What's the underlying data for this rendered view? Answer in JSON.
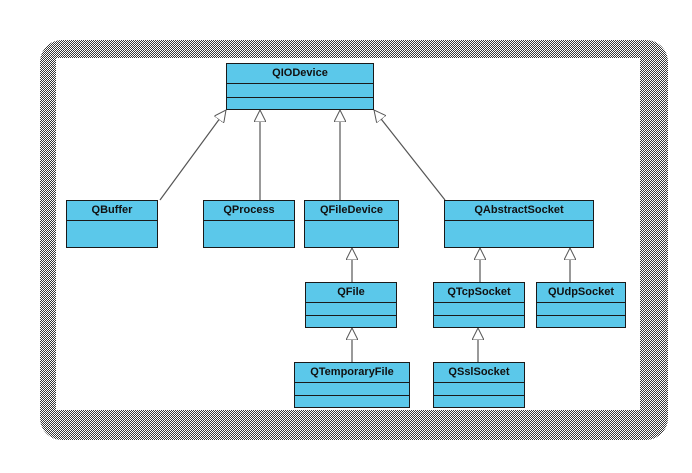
{
  "diagram": {
    "classes": {
      "qiodevice": "QIODevice",
      "qbuffer": "QBuffer",
      "qprocess": "QProcess",
      "qfiledevice": "QFileDevice",
      "qabstractsocket": "QAbstractSocket",
      "qfile": "QFile",
      "qtcpsocket": "QTcpSocket",
      "qudpsocket": "QUdpSocket",
      "qtemporaryfile": "QTemporaryFile",
      "qsslsocket": "QSslSocket"
    },
    "inheritance": [
      {
        "child": "QBuffer",
        "parent": "QIODevice"
      },
      {
        "child": "QProcess",
        "parent": "QIODevice"
      },
      {
        "child": "QFileDevice",
        "parent": "QIODevice"
      },
      {
        "child": "QAbstractSocket",
        "parent": "QIODevice"
      },
      {
        "child": "QFile",
        "parent": "QFileDevice"
      },
      {
        "child": "QTemporaryFile",
        "parent": "QFile"
      },
      {
        "child": "QTcpSocket",
        "parent": "QAbstractSocket"
      },
      {
        "child": "QUdpSocket",
        "parent": "QAbstractSocket"
      },
      {
        "child": "QSslSocket",
        "parent": "QTcpSocket"
      }
    ],
    "colors": {
      "class_fill": "#5bc8ea",
      "class_border": "#1a1a1a",
      "edge": "#555555"
    }
  }
}
